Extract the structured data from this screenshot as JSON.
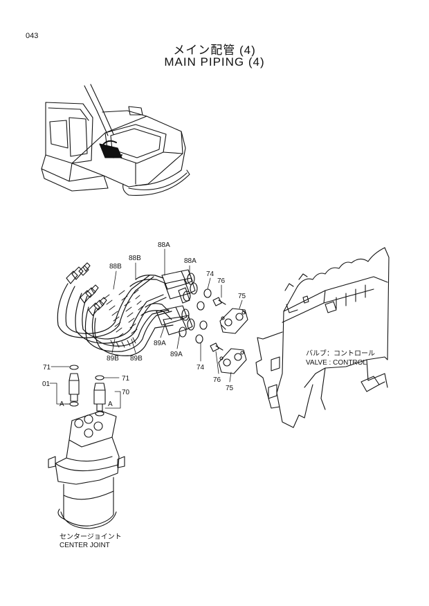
{
  "page": {
    "number": "043",
    "title_jp": "メイン配管 (4)",
    "title_en": "MAIN PIPING (4)"
  },
  "callouts": {
    "c88a_top": "88A",
    "c88a_right": "88A",
    "c88b_left": "88B",
    "c88b_mid": "88B",
    "c89b_left": "89B",
    "c89b_right": "89B",
    "c89a_left": "89A",
    "c89a_right": "89A",
    "c74_top": "74",
    "c74_bottom": "74",
    "c76_top": "76",
    "c76_bottom": "76",
    "c75_top": "75",
    "c75_bottom": "75",
    "c71_left": "71",
    "c71_right": "71",
    "c01": "01",
    "c70": "70",
    "ca_left": "A",
    "ca_right": "A"
  },
  "captions": {
    "valve_jp": "バルブ：コントロール",
    "valve_en": "VALVE : CONTROL",
    "joint_jp": "センタージョイント",
    "joint_en": "CENTER JOINT"
  }
}
